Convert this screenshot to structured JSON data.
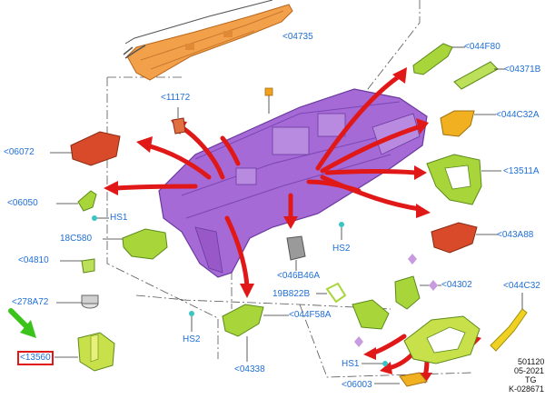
{
  "colors": {
    "label_blue": "#1f6fd6",
    "label_black": "#111111",
    "arrow_red": "#e01818",
    "highlight_green": "#3ac41a",
    "purple_part": "#a56ad6",
    "orange_part": "#f2a04a",
    "red_part": "#d94a2a",
    "lime_part": "#a8d63a",
    "yellow_part": "#f0d020",
    "gray_part": "#9a9a9a"
  },
  "labels": {
    "p04735": "<04735",
    "p044F80": "<044F80",
    "p04371B": "<04371B",
    "p11172": "<11172",
    "p044C32A": "<044C32A",
    "p06072": "<06072",
    "p13511A": "<13511A",
    "p06050": "<06050",
    "hs1_a": "HS1",
    "p18C580": "18C580",
    "hs2_a": "HS2",
    "p043A88": "<043A88",
    "p04810": "<04810",
    "p046B46A": "<046B46A",
    "p04302": "<04302",
    "p044C32": "<044C32",
    "p278A72": "<278A72",
    "p19B822B": "19B822B",
    "p044F58A": "<044F58A",
    "hs2_b": "HS2",
    "p13560": "<13560",
    "p04338": "<04338",
    "hs1_b": "HS1",
    "p06003": "<06003"
  },
  "stamp": {
    "line1": "501120",
    "line2": "05-2021",
    "line3": "TG",
    "line4": "K-028671"
  },
  "icons": [
    "green-pointer-arrow-icon",
    "flag-square-icon",
    "diamond-marker-icon",
    "clip-icon"
  ]
}
